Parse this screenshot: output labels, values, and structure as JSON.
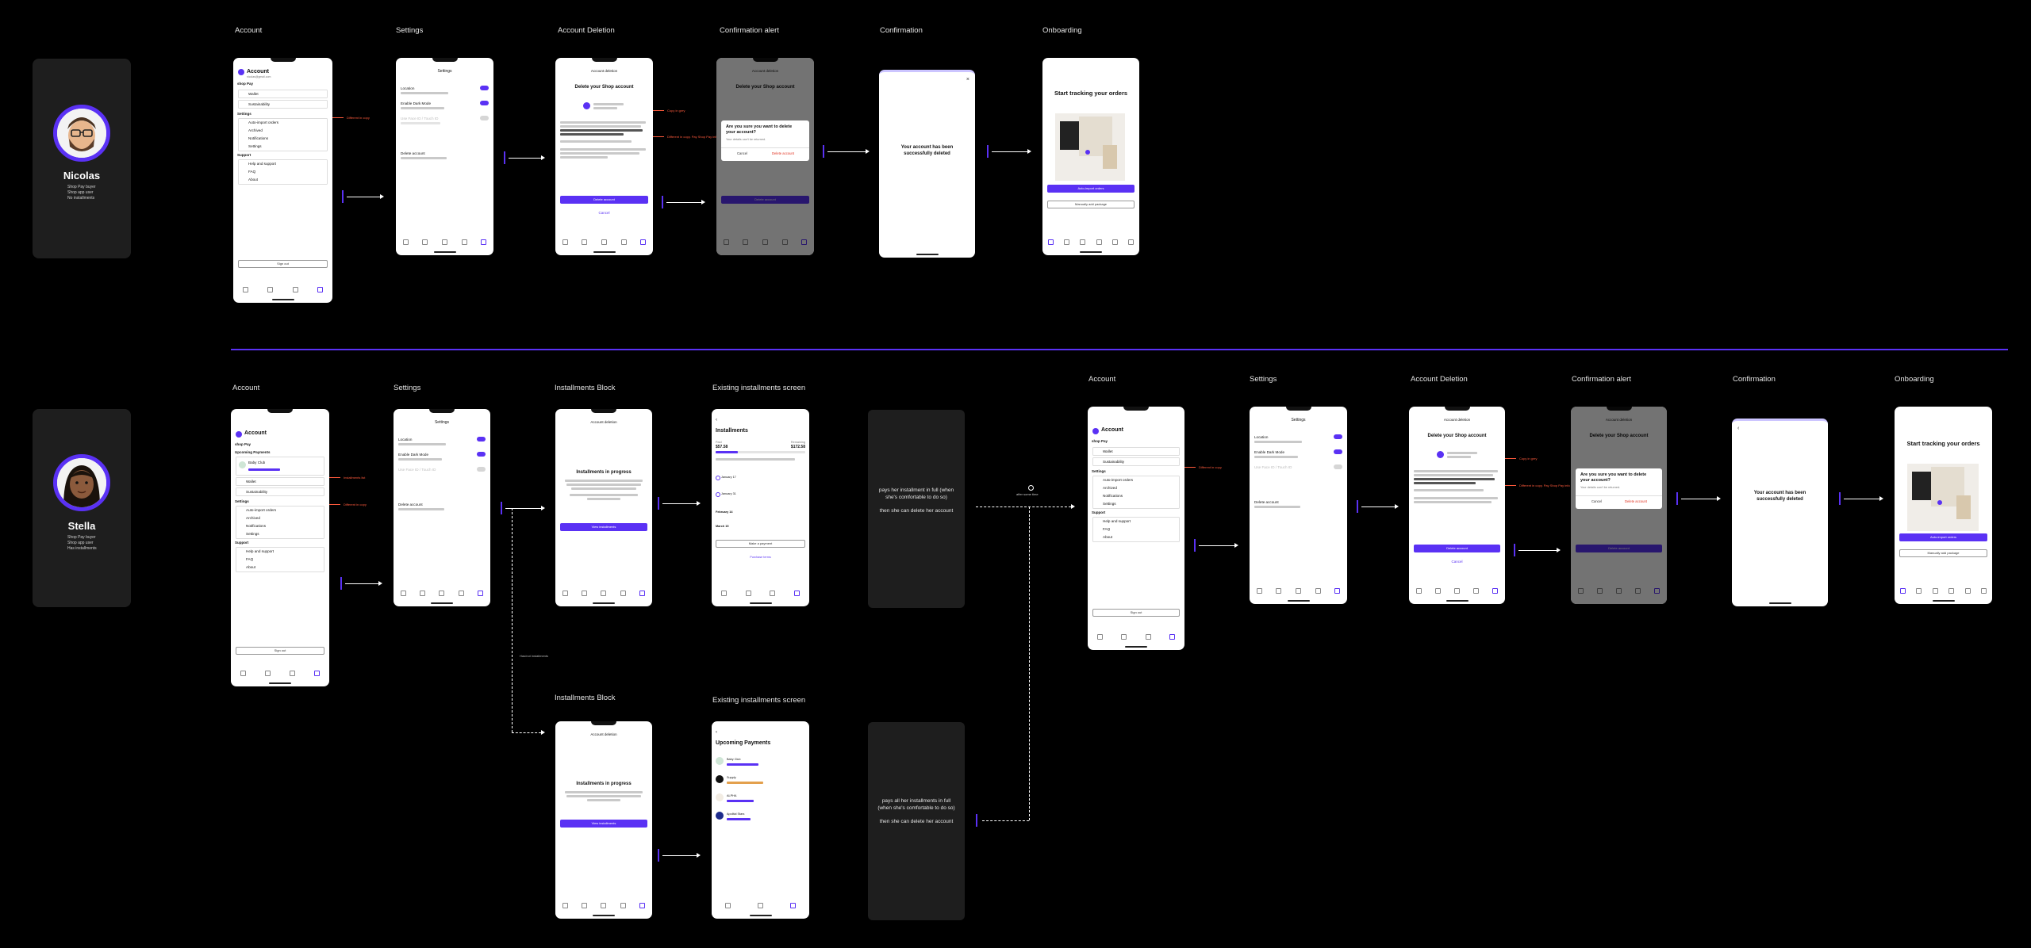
{
  "colors": {
    "accent": "#5a31f4",
    "background": "#000000",
    "card": "#1e1e1e",
    "annotation": "#ff5a3c"
  },
  "personas": {
    "nicolas": {
      "name": "Nicolas",
      "bullets": [
        "Shop Pay buyer",
        "Shop app user",
        "No installments"
      ]
    },
    "stella": {
      "name": "Stella",
      "bullets": [
        "Shop Pay buyer",
        "Shop app user",
        "Has installments"
      ]
    }
  },
  "frame_labels": {
    "account": "Account",
    "settings": "Settings",
    "account_deletion": "Account Deletion",
    "confirmation_alert": "Confirmation alert",
    "confirmation": "Confirmation",
    "onboarding": "Onboarding",
    "installments_block": "Installments Block",
    "existing_installments": "Existing installments screen"
  },
  "screens": {
    "account_title": "Account",
    "account_sub": "nicolas@gmail.com",
    "shop_pay": "shop Pay",
    "installments_section": "Upcoming Payments",
    "wallet": "Wallet",
    "sustainability": "Sustainability",
    "settings_section": "Settings",
    "settings_items": [
      "Auto-import orders",
      "Archived",
      "Notifications",
      "Settings"
    ],
    "support_section": "Support",
    "support_items": [
      "Help and support",
      "FAQ",
      "About"
    ],
    "sign_out": "Sign out",
    "settings_title": "Settings",
    "settings_rows": [
      "Location",
      "Enable Dark Mode",
      "Use Face ID / Touch ID",
      "Delete account"
    ],
    "deletion_header": "Account deletion",
    "deletion_title": "Delete your Shop account",
    "delete_btn": "Delete account",
    "cancel": "Cancel",
    "alert_q": "Are you sure you want to delete your account?",
    "alert_sub": "Your details can't be returned.",
    "alert_cancel": "Cancel",
    "alert_delete": "Delete account",
    "confirmation_msg": "Your account has been successfully deleted",
    "onboarding_title": "Start tracking your orders",
    "onboarding_primary": "Auto-import orders",
    "onboarding_secondary": "Manually add package",
    "block_title": "Installments in progress",
    "block_btn": "View installments",
    "installments_title": "Installments",
    "paid": "Paid",
    "remaining": "Remaining",
    "paid_amt": "$57.58",
    "remaining_amt": "$172.58",
    "months": [
      "January 17",
      "January 31",
      "February 14",
      "March 15"
    ],
    "make_payment": "Make a payment",
    "purchase_terms": "Purchase terms",
    "upcoming_title": "Upcoming Payments",
    "upcoming_items": [
      "Baby Club",
      "Supply",
      "ALPHA",
      "Apolital Stars"
    ]
  },
  "dark_notes": {
    "top": "pays her installment in full (when she's comfortable to do so)\n\nthen she can delete her account",
    "bottom": "pays all her installments in full (when she's comfortable to do so)\n\nthen she can delete her account"
  },
  "flow_notes": {
    "after_some_time": "after some time",
    "has_installments": "Has/not installments"
  },
  "annotations": [
    "Different in copy",
    "Copy in grey",
    "Different in copy. Pay Shop Pay info",
    "Installments list",
    "Different in copy"
  ]
}
